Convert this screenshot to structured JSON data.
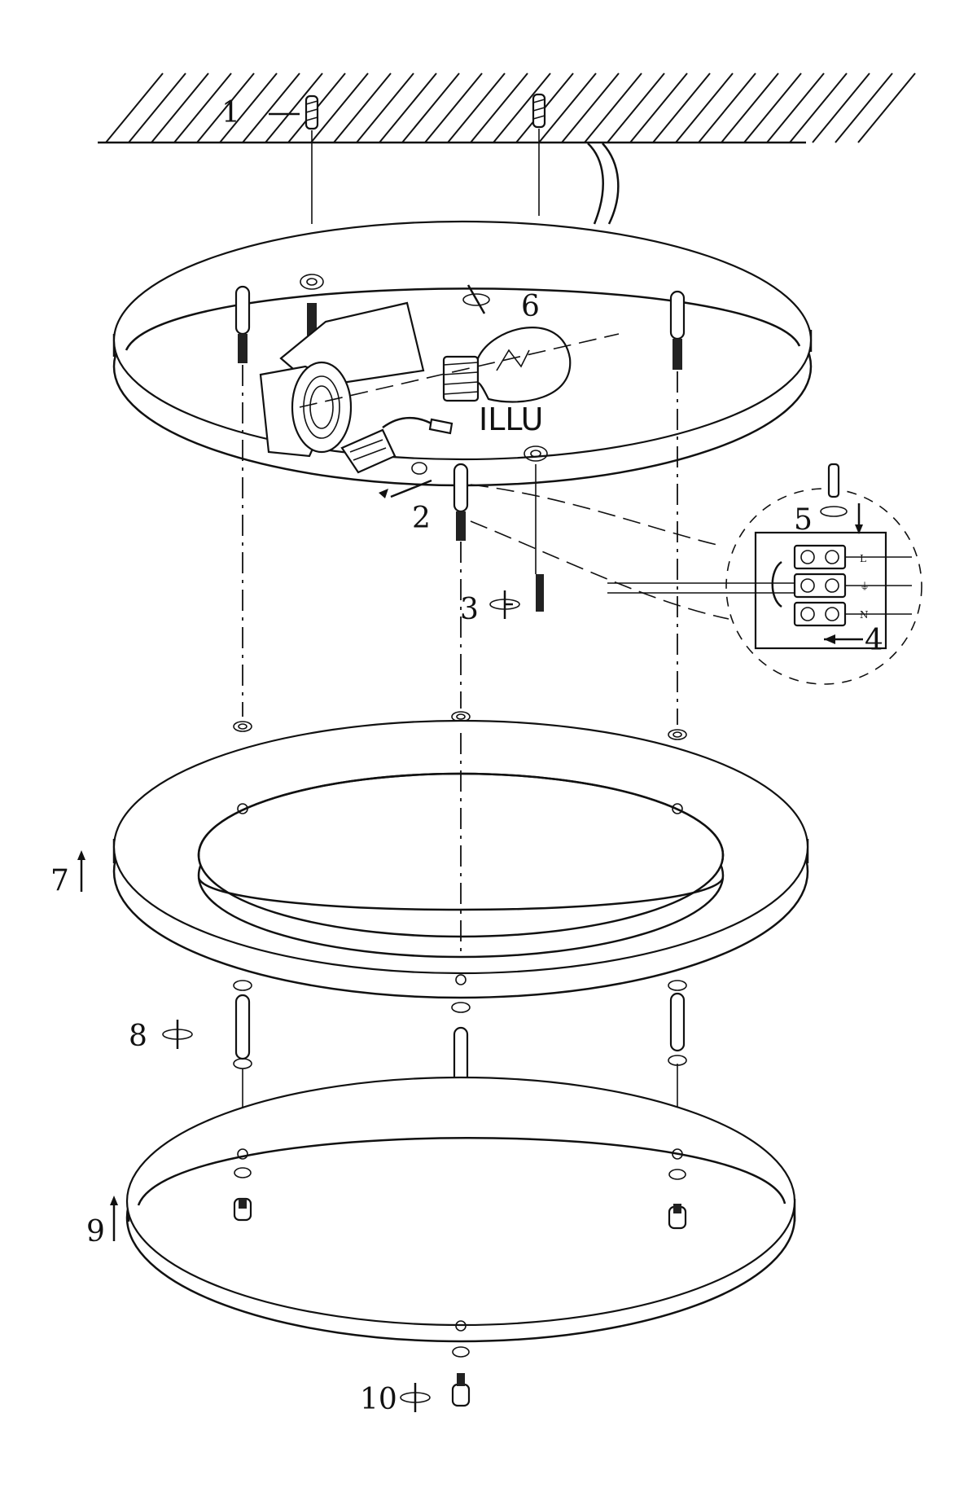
{
  "diagram": {
    "callouts": {
      "c1": "1",
      "c2": "2",
      "c3": "3",
      "c4": "4",
      "c5": "5",
      "c6": "6",
      "c7": "7",
      "c8": "8",
      "c9": "9",
      "c10": "10"
    },
    "brand_label": "ILLU",
    "terminal_labels": [
      "L",
      "⏚",
      "N"
    ]
  }
}
